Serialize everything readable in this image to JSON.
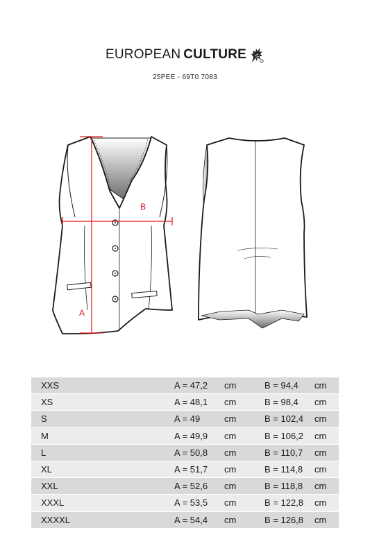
{
  "brand": {
    "name_light": "EUROPEAN",
    "name_bold": "CULTURE"
  },
  "product_code": "25PEE - 69T0 7083",
  "diagram": {
    "label_a": "A",
    "label_b": "B",
    "accent_color": "#e0141e"
  },
  "sizes": [
    {
      "size": "XXS",
      "a": "A = 47,2",
      "a_unit": "cm",
      "b": "B = 94,4",
      "b_unit": "cm"
    },
    {
      "size": "XS",
      "a": "A = 48,1",
      "a_unit": "cm",
      "b": "B = 98,4",
      "b_unit": "cm"
    },
    {
      "size": "S",
      "a": "A = 49",
      "a_unit": "cm",
      "b": "B = 102,4",
      "b_unit": "cm"
    },
    {
      "size": "M",
      "a": "A = 49,9",
      "a_unit": "cm",
      "b": "B = 106,2",
      "b_unit": "cm"
    },
    {
      "size": "L",
      "a": "A = 50,8",
      "a_unit": "cm",
      "b": "B = 110,7",
      "b_unit": "cm"
    },
    {
      "size": "XL",
      "a": "A = 51,7",
      "a_unit": "cm",
      "b": "B = 114,8",
      "b_unit": "cm"
    },
    {
      "size": "XXL",
      "a": "A = 52,6",
      "a_unit": "cm",
      "b": "B = 118,8",
      "b_unit": "cm"
    },
    {
      "size": "XXXL",
      "a": "A = 53,5",
      "a_unit": "cm",
      "b": "B = 122,8",
      "b_unit": "cm"
    },
    {
      "size": "XXXXL",
      "a": "A = 54,4",
      "a_unit": "cm",
      "b": "B = 126,8",
      "b_unit": "cm"
    }
  ]
}
